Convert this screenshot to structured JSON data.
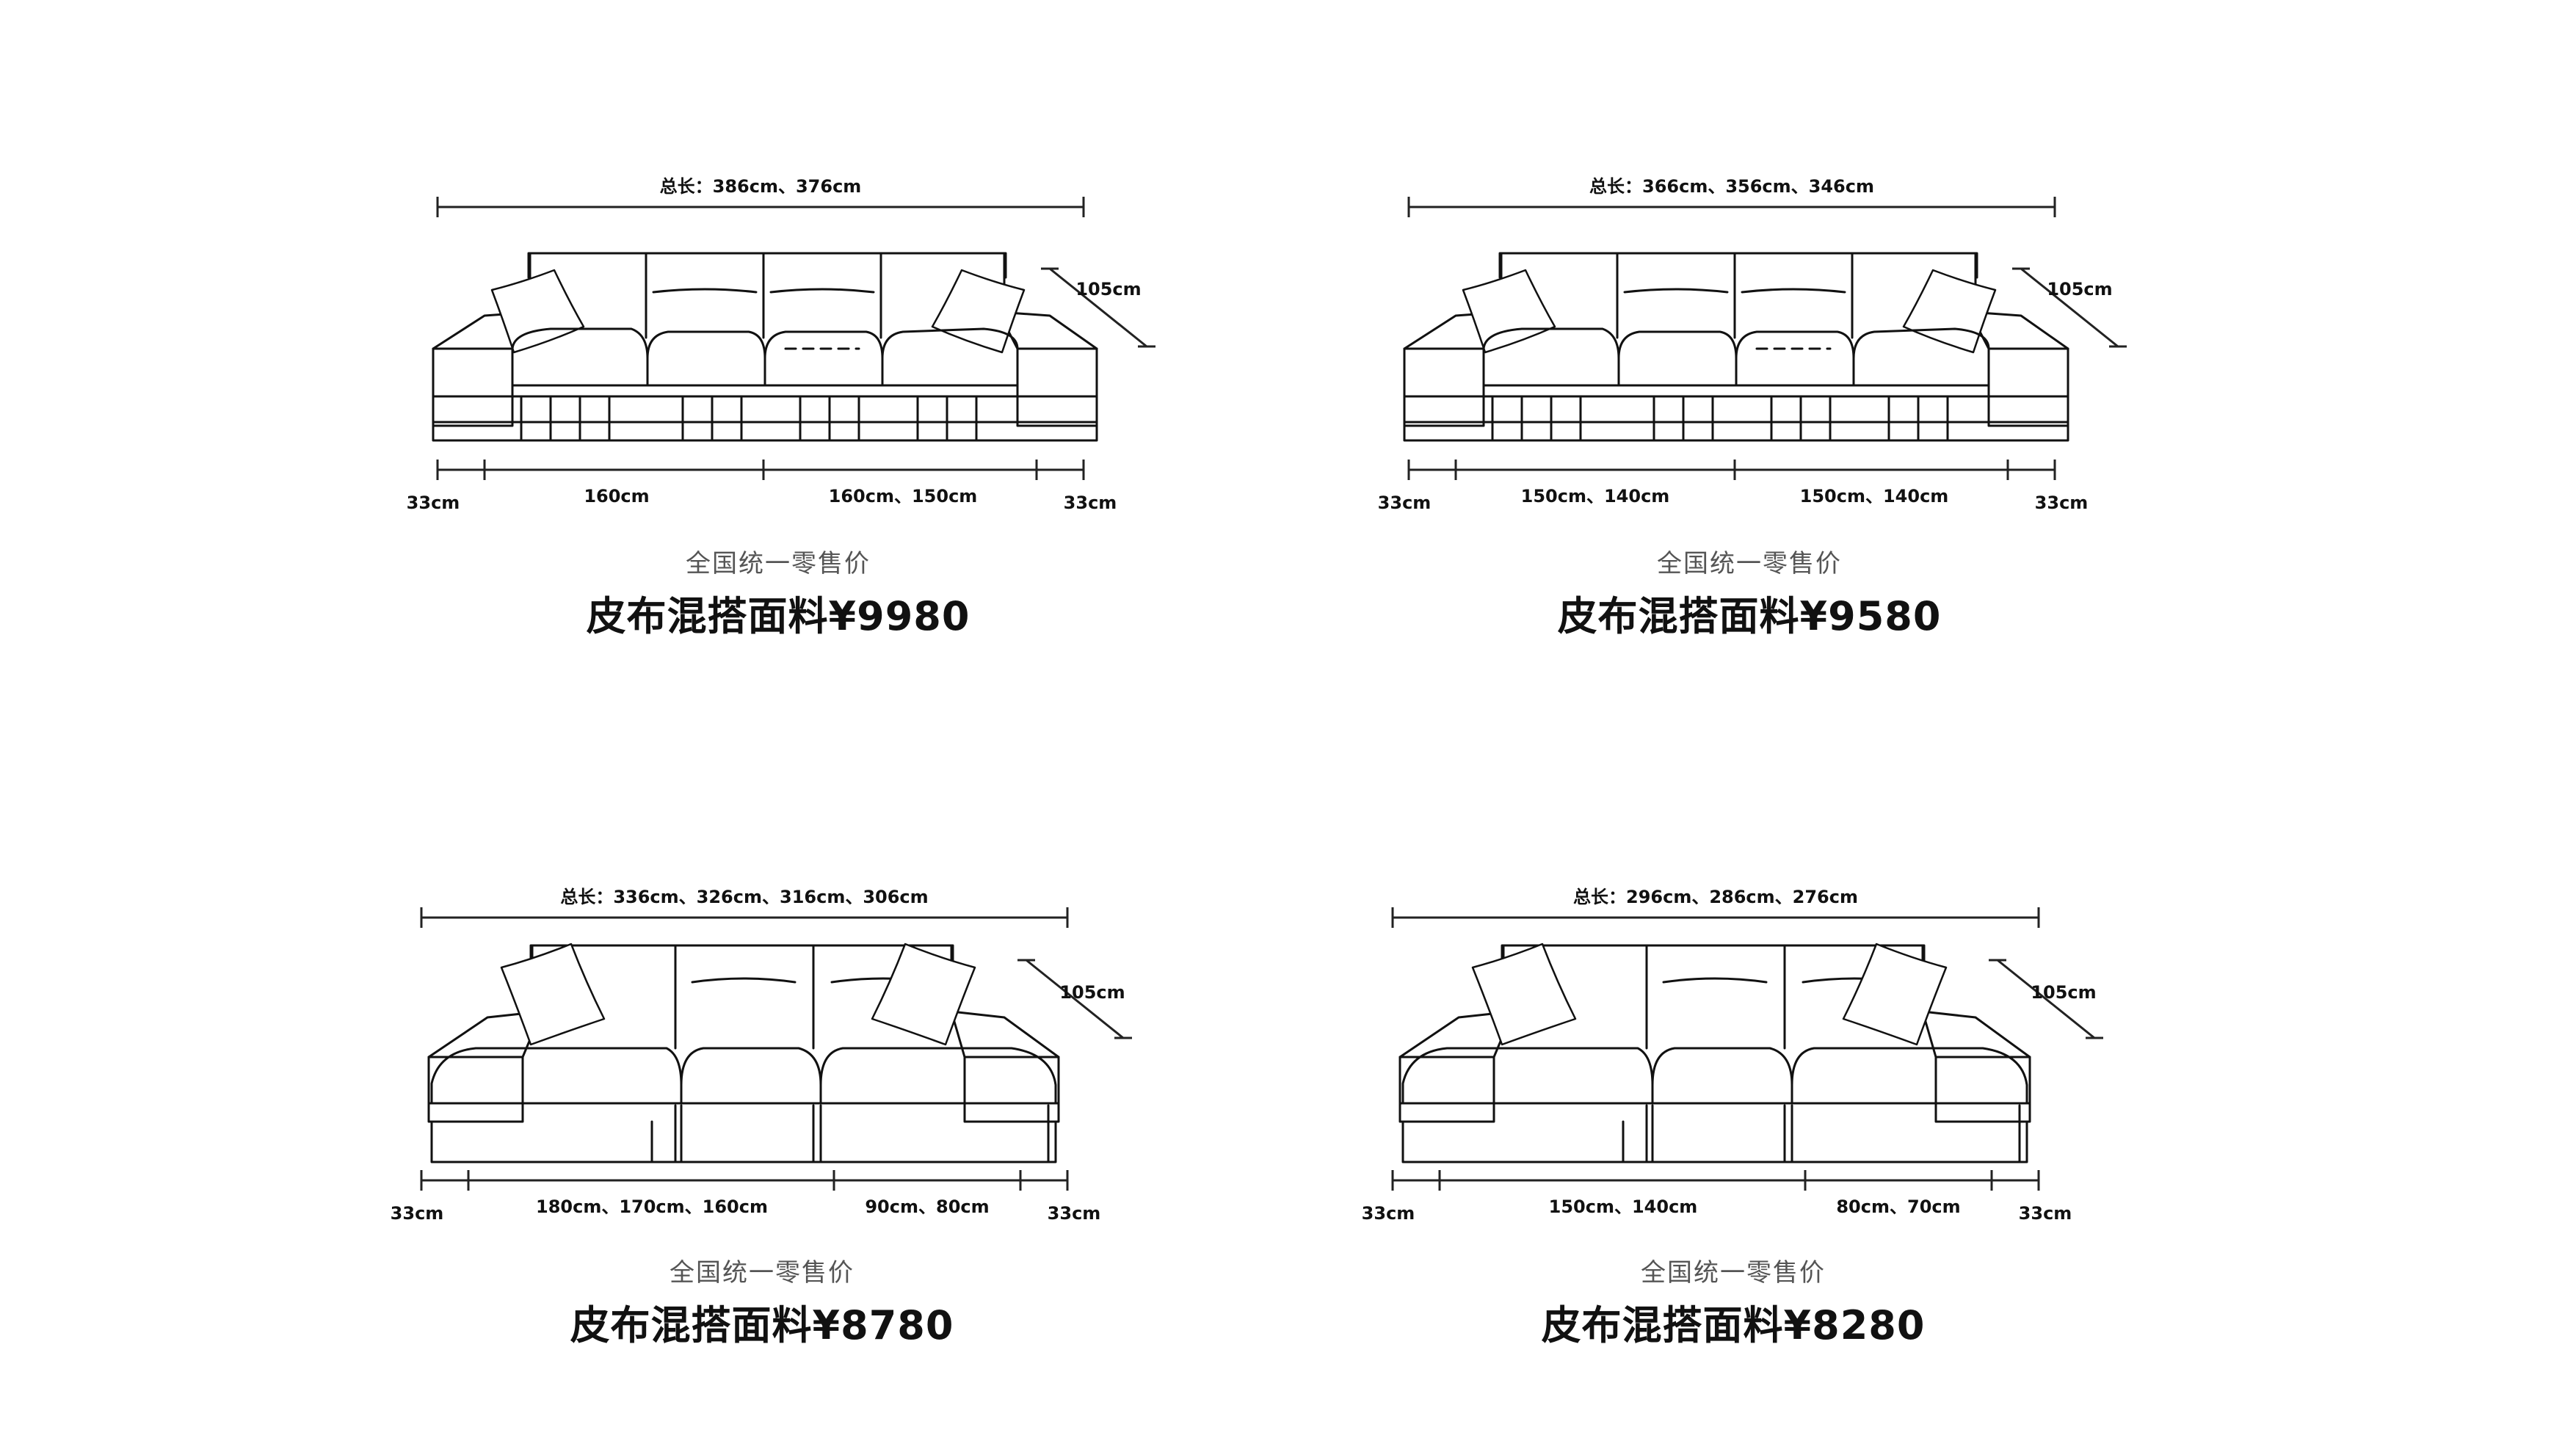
{
  "panels": [
    {
      "total_length": "总长：386cm、376cm",
      "depth": "105cm",
      "arm_left": "33cm",
      "arm_right": "33cm",
      "seg_left": "160cm",
      "seg_right": "160cm、150cm",
      "subtitle": "全国统一零售价",
      "price": "皮布混搭面料¥9980"
    },
    {
      "total_length": "总长：366cm、356cm、346cm",
      "depth": "105cm",
      "arm_left": "33cm",
      "arm_right": "33cm",
      "seg_left": "150cm、140cm",
      "seg_right": "150cm、140cm",
      "subtitle": "全国统一零售价",
      "price": "皮布混搭面料¥9580"
    },
    {
      "total_length": "总长：336cm、326cm、316cm、306cm",
      "depth": "105cm",
      "arm_left": "33cm",
      "arm_right": "33cm",
      "seg_left": "180cm、170cm、160cm",
      "seg_right": "90cm、80cm",
      "subtitle": "全国统一零售价",
      "price": "皮布混搭面料¥8780"
    },
    {
      "total_length": "总长：296cm、286cm、276cm",
      "depth": "105cm",
      "arm_left": "33cm",
      "arm_right": "33cm",
      "seg_left": "150cm、140cm",
      "seg_right": "80cm、70cm",
      "subtitle": "全国统一零售价",
      "price": "皮布混搭面料¥8280"
    }
  ]
}
